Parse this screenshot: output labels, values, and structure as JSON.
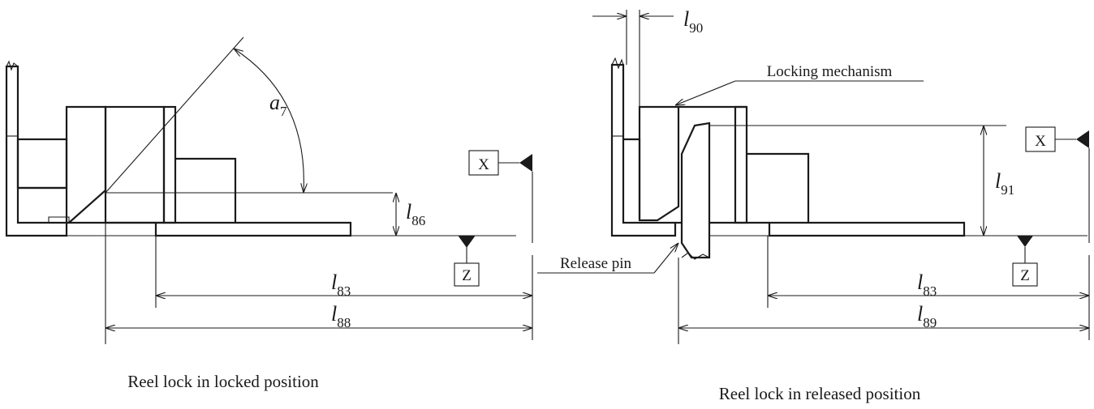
{
  "left_view": {
    "caption": "Reel lock in locked position",
    "angle_label": "a",
    "angle_sub": "7",
    "dim_l86": {
      "base": "l",
      "sub": "86"
    },
    "dim_l83": {
      "base": "l",
      "sub": "83"
    },
    "dim_l88": {
      "base": "l",
      "sub": "88"
    },
    "datum_x": "X",
    "datum_z": "Z"
  },
  "right_view": {
    "caption": "Reel lock in released position",
    "locking_label": "Locking mechanism",
    "release_label": "Release pin",
    "dim_l90": {
      "base": "l",
      "sub": "90"
    },
    "dim_l91": {
      "base": "l",
      "sub": "91"
    },
    "dim_l83": {
      "base": "l",
      "sub": "83"
    },
    "dim_l89": {
      "base": "l",
      "sub": "89"
    },
    "datum_x": "X",
    "datum_z": "Z"
  }
}
